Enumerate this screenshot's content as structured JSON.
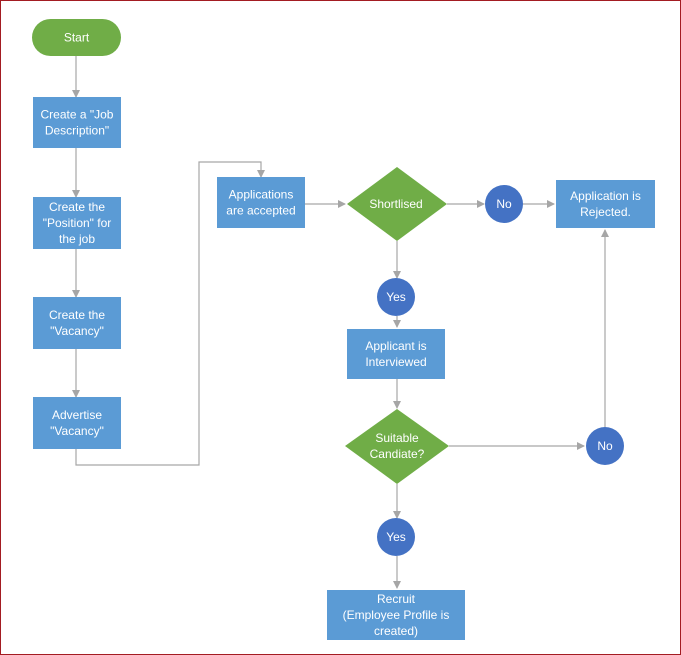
{
  "colors": {
    "process": "#5b9bd5",
    "decision": "#70ad47",
    "terminal": "#70ad47",
    "connector": "#4472c4",
    "arrow": "#a6a6a6",
    "border": "#a31c22",
    "text": "#ffffff"
  },
  "nodes": {
    "start": {
      "lines": [
        "Start"
      ]
    },
    "job_description": {
      "lines": [
        "Create a \"Job",
        "Description\""
      ]
    },
    "position": {
      "lines": [
        "Create the",
        "\"Position\" for",
        "the job"
      ]
    },
    "vacancy": {
      "lines": [
        "Create the",
        "\"Vacancy\""
      ]
    },
    "advertise": {
      "lines": [
        "Advertise",
        "\"Vacancy\""
      ]
    },
    "applications": {
      "lines": [
        "Applications",
        "are accepted"
      ]
    },
    "shortlisted": {
      "lines": [
        "Shortlised"
      ]
    },
    "no_shortlist": {
      "lines": [
        "No"
      ]
    },
    "rejected": {
      "lines": [
        "Application is",
        "Rejected."
      ]
    },
    "yes_shortlist": {
      "lines": [
        "Yes"
      ]
    },
    "interviewed": {
      "lines": [
        "Applicant is",
        "Interviewed"
      ]
    },
    "suitable": {
      "lines": [
        "Suitable",
        "Candiate?"
      ]
    },
    "no_suitable": {
      "lines": [
        "No"
      ]
    },
    "yes_suitable": {
      "lines": [
        "Yes"
      ]
    },
    "recruit": {
      "lines": [
        "Recruit",
        "(Employee Profile is",
        "created)"
      ]
    }
  }
}
